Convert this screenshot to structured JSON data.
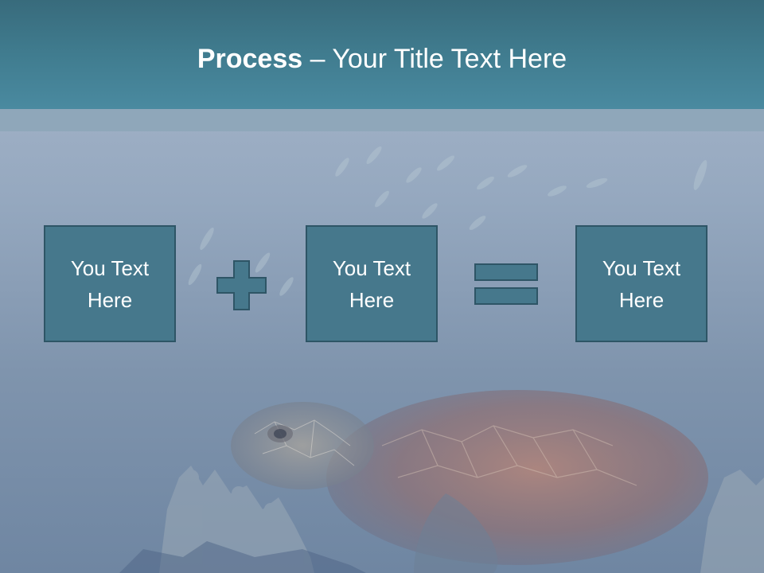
{
  "slide": {
    "title_bold": "Process",
    "title_rest": " – Your Title Text Here"
  },
  "process": {
    "boxes": [
      {
        "text": "You Text Here"
      },
      {
        "text": "You Text Here"
      },
      {
        "text": "You Text Here"
      }
    ],
    "operators": [
      "plus-icon",
      "equals-icon"
    ]
  },
  "colors": {
    "header": "#407c8f",
    "box_fill": "#46788c",
    "box_border": "#2e5566",
    "background": "#95a8bf"
  }
}
